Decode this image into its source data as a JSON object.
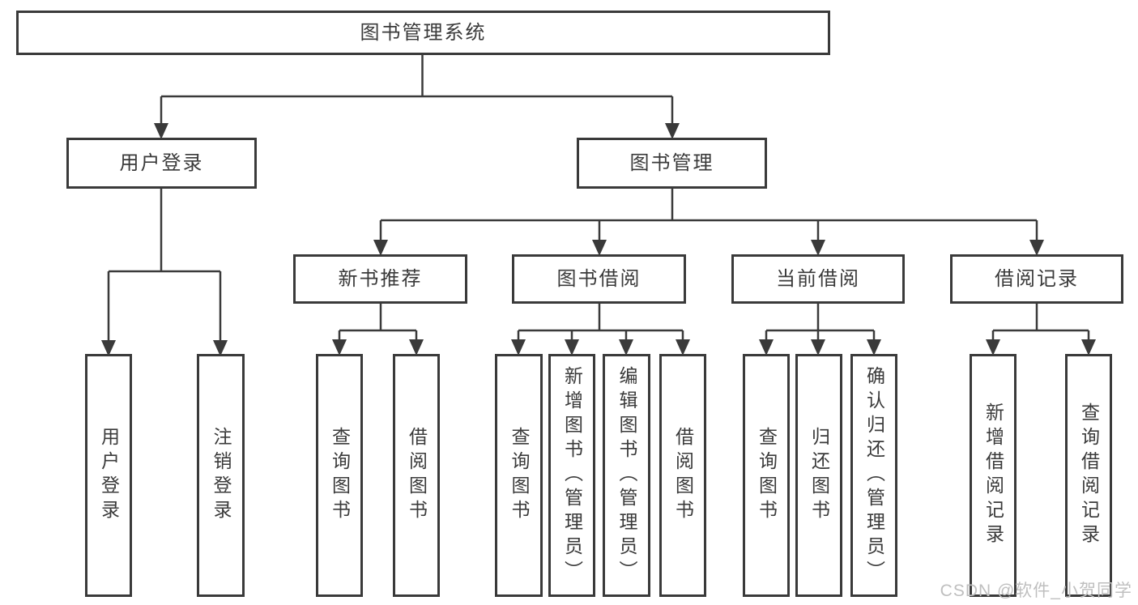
{
  "diagram": {
    "root": "图书管理系统",
    "branches": {
      "user_login": "用户登录",
      "book_management": "图书管理"
    },
    "modules": {
      "new_book_recommendation": "新书推荐",
      "book_borrowing": "图书借阅",
      "current_borrowing": "当前借阅",
      "borrowing_records": "借阅记录"
    },
    "leaves": {
      "user_login": [
        "用户登录",
        "注销登录"
      ],
      "new_book_recommendation": [
        "查询图书",
        "借阅图书"
      ],
      "book_borrowing": [
        "查询图书",
        "新增图书（管理员）",
        "编辑图书（管理员）",
        "借阅图书"
      ],
      "current_borrowing": [
        "查询图书",
        "归还图书",
        "确认归还（管理员）"
      ],
      "borrowing_records": [
        "新增借阅记录",
        "查询借阅记录"
      ]
    }
  },
  "watermark": "CSDN @软件_小贺同学",
  "colors": {
    "box_border": "#3a3a3a",
    "connector_line": "#3a3a3a",
    "text": "#3a3a3a",
    "background": "#ffffff",
    "watermark_text": "#bfbfbf"
  }
}
